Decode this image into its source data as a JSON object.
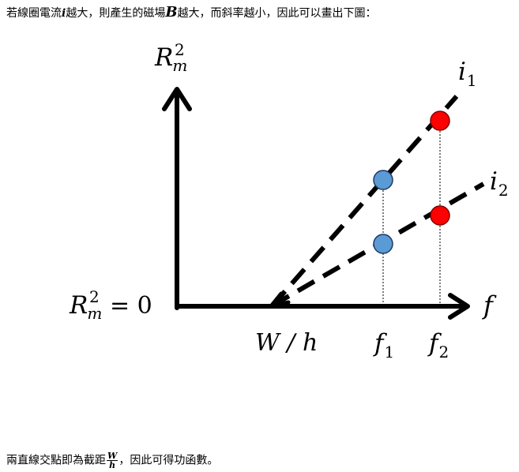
{
  "top_text": {
    "part1": "若線圈電流",
    "var_i": "i",
    "part2": "越大，則產生的磁場",
    "var_B": "B",
    "part3": "越大，而斜率越小，因此可以畫出下圖："
  },
  "bottom_text": {
    "part1": "兩直線交點即為截距",
    "frac_num": "W",
    "frac_den": "h",
    "part2": "，因此可得功函數。"
  },
  "diagram": {
    "y_axis_label": {
      "base": "R",
      "sub": "m",
      "sup": "2"
    },
    "origin_label": {
      "base": "R",
      "sub": "m",
      "sup": "2",
      "rel": "= 0"
    },
    "x_axis_label": "f",
    "intercept_label": "W / h",
    "f1_label": {
      "base": "f",
      "sub": "1"
    },
    "f2_label": {
      "base": "f",
      "sub": "2"
    },
    "line1_label": {
      "base": "i",
      "sub": "1"
    },
    "line2_label": {
      "base": "i",
      "sub": "2"
    },
    "colors": {
      "blue": "#5b9bd5",
      "red": "#ff0000",
      "stroke": "#000000"
    }
  }
}
